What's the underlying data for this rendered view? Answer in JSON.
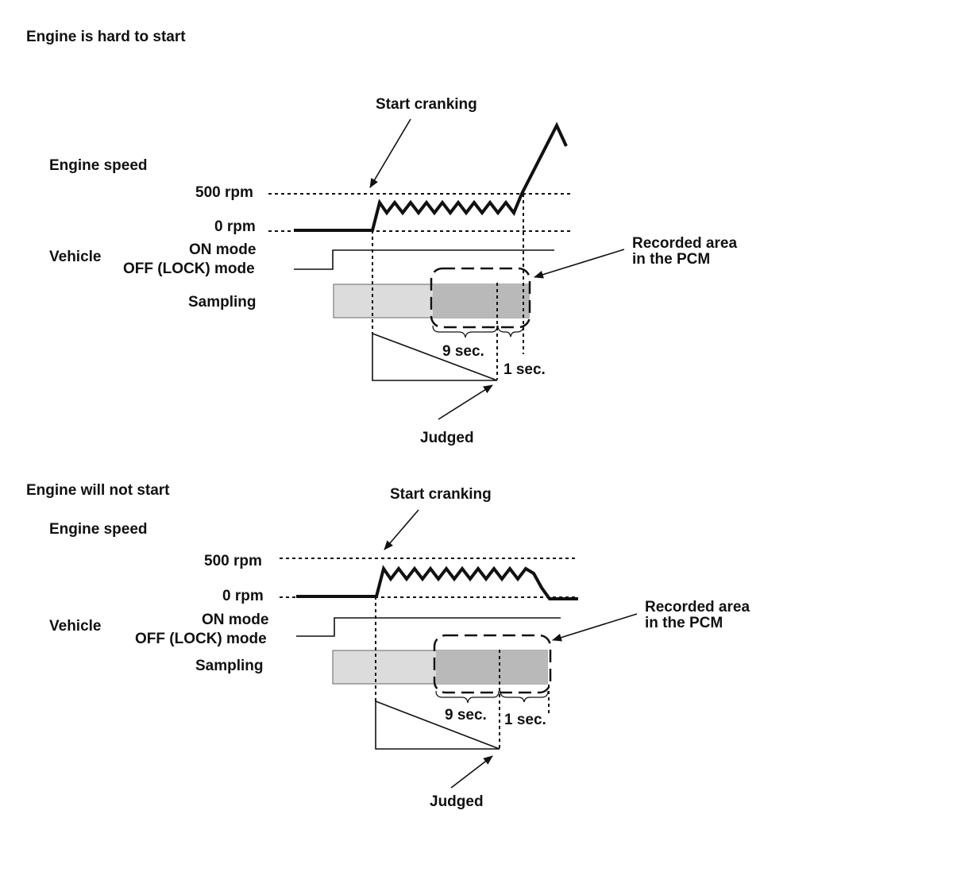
{
  "colors": {
    "ink": "#111111",
    "sampling_fill": "#dcdcdc",
    "recorded_fill": "#b9b9b9",
    "background": "#ffffff"
  },
  "panels": [
    {
      "title": "Engine is hard to start",
      "start_cranking": "Start cranking",
      "engine_speed": "Engine speed",
      "rpm_500": "500 rpm",
      "rpm_0": "0 rpm",
      "vehicle": "Vehicle",
      "on_mode": "ON mode",
      "off_mode": "OFF (LOCK) mode",
      "sampling": "Sampling",
      "recorded_line1": "Recorded area",
      "recorded_line2": "in the PCM",
      "nine_sec": "9 sec.",
      "one_sec": "1 sec.",
      "judged": "Judged"
    },
    {
      "title": "Engine will not start",
      "start_cranking": "Start cranking",
      "engine_speed": "Engine speed",
      "rpm_500": "500 rpm",
      "rpm_0": "0 rpm",
      "vehicle": "Vehicle",
      "on_mode": "ON mode",
      "off_mode": "OFF (LOCK) mode",
      "sampling": "Sampling",
      "recorded_line1": "Recorded area",
      "recorded_line2": "in the PCM",
      "nine_sec": "9 sec.",
      "one_sec": "1 sec.",
      "judged": "Judged"
    }
  ]
}
